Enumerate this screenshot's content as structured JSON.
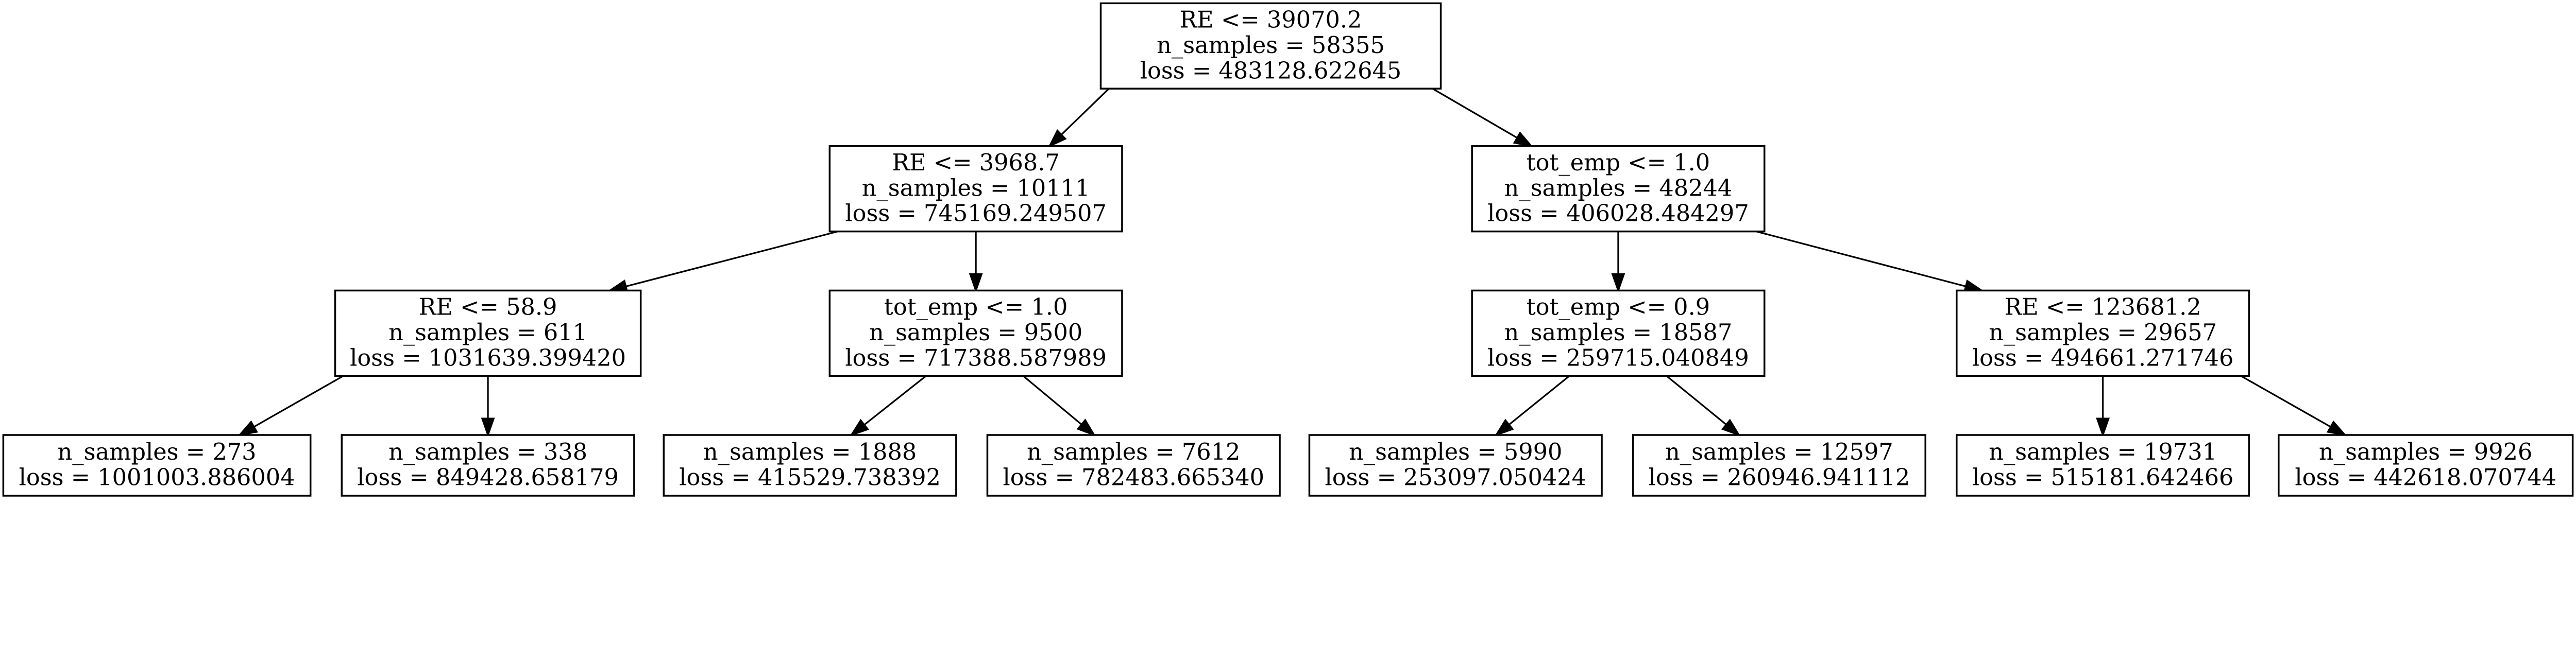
{
  "diagram": {
    "type": "decision-tree",
    "nodes": [
      {
        "id": "n0",
        "parent": null,
        "lines": [
          "RE <= 39070.2",
          "n_samples = 58355",
          "loss = 483128.622645"
        ]
      },
      {
        "id": "n1",
        "parent": "n0",
        "lines": [
          "RE <= 3968.7",
          "n_samples = 10111",
          "loss = 745169.249507"
        ]
      },
      {
        "id": "n2",
        "parent": "n0",
        "lines": [
          "tot_emp <= 1.0",
          "n_samples = 48244",
          "loss = 406028.484297"
        ]
      },
      {
        "id": "n3",
        "parent": "n1",
        "lines": [
          "RE <= 58.9",
          "n_samples = 611",
          "loss = 1031639.399420"
        ]
      },
      {
        "id": "n4",
        "parent": "n1",
        "lines": [
          "tot_emp <= 1.0",
          "n_samples = 9500",
          "loss = 717388.587989"
        ]
      },
      {
        "id": "n5",
        "parent": "n2",
        "lines": [
          "tot_emp <= 0.9",
          "n_samples = 18587",
          "loss = 259715.040849"
        ]
      },
      {
        "id": "n6",
        "parent": "n2",
        "lines": [
          "RE <= 123681.2",
          "n_samples = 29657",
          "loss = 494661.271746"
        ]
      },
      {
        "id": "n7",
        "parent": "n3",
        "lines": [
          "n_samples = 273",
          "loss = 1001003.886004"
        ]
      },
      {
        "id": "n8",
        "parent": "n3",
        "lines": [
          "n_samples = 338",
          "loss = 849428.658179"
        ]
      },
      {
        "id": "n9",
        "parent": "n4",
        "lines": [
          "n_samples = 1888",
          "loss = 415529.738392"
        ]
      },
      {
        "id": "n10",
        "parent": "n4",
        "lines": [
          "n_samples = 7612",
          "loss = 782483.665340"
        ]
      },
      {
        "id": "n11",
        "parent": "n5",
        "lines": [
          "n_samples = 5990",
          "loss = 253097.050424"
        ]
      },
      {
        "id": "n12",
        "parent": "n5",
        "lines": [
          "n_samples = 12597",
          "loss = 260946.941112"
        ]
      },
      {
        "id": "n13",
        "parent": "n6",
        "lines": [
          "n_samples = 19731",
          "loss = 515181.642466"
        ]
      },
      {
        "id": "n14",
        "parent": "n6",
        "lines": [
          "n_samples = 9926",
          "loss = 442618.070744"
        ]
      }
    ]
  }
}
